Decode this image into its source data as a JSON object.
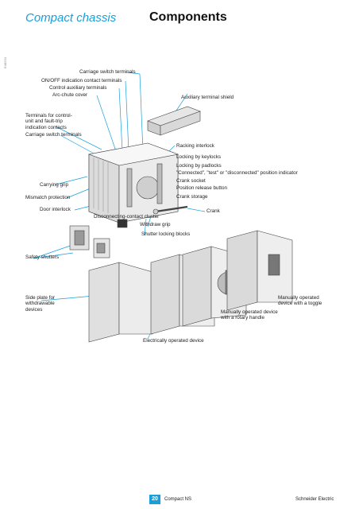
{
  "header": {
    "section": "Compact chassis",
    "title": "Components"
  },
  "side_code": "E48234",
  "labels": {
    "carriage_switch_terminals_top": "Carriage switch terminals",
    "onoff_indication": "ON/OFF indication contact terminals",
    "control_auxiliary": "Control auxiliary terminals",
    "arc_chute_cover": "Arc-chute cover",
    "auxiliary_terminal_shield": "Auxiliary terminal shield",
    "terminals_control_unit": "Terminals for control-unit and fault-trip indication contacts",
    "carriage_switch_terminals_left": "Carriage switch terminals",
    "racking_interlock": "Racking interlock",
    "locking_keylocks": "Locking by keylocks",
    "locking_padlocks": "Locking by padlocks",
    "position_indicator": "\"Connected\", \"test\" or \"disconnected\" position indicator",
    "crank_socket": "Crank socket",
    "position_release": "Position release button",
    "carrying_grip": "Carrying grip",
    "crank_storage": "Crank storage",
    "mismatch_protection": "Mismatch protection",
    "door_interlock": "Door interlock",
    "crank": "Crank",
    "disconnecting_cluster": "Disconnecting-contact cluster",
    "withdraw_grip": "Withdraw grip",
    "shutter_locking": "Shutter locking blocks",
    "safety_shutters": "Safety shutters",
    "side_plate": "Side plate for withdrawable devices",
    "manual_toggle": "Manually operated device with a toggle",
    "manual_rotary": "Manually operated device with a rotary handle",
    "electrically_operated": "Electrically operated device"
  },
  "footer": {
    "page_number": "20",
    "product": "Compact NS",
    "brand": "Schneider Electric"
  },
  "colors": {
    "accent": "#1a9fd8",
    "leader": "#1a9fd8",
    "drawing": "#444444"
  }
}
